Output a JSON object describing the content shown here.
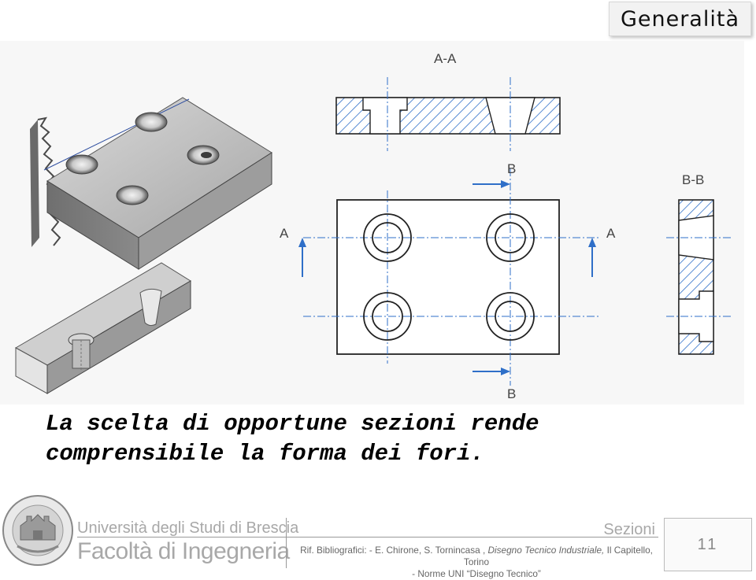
{
  "header": {
    "title": "Generalità"
  },
  "figure": {
    "section_aa_label": "A-A",
    "section_bb_label": "B-B",
    "cut_labels": [
      "A",
      "A",
      "B",
      "B"
    ],
    "hatch_color": "#2f6fc8"
  },
  "caption": {
    "text": "La scelta di opportune sezioni rende comprensibile la forma dei fori."
  },
  "footer": {
    "university": "Università degli Studi di Brescia",
    "faculty": "Facoltà di Ingegneria",
    "section": "Sezioni",
    "refs_prefix": "Rif. Bibliografici: - E. Chirone, S. Tornincasa ,",
    "refs_title": "Disegno Tecnico Industriale,",
    "refs_suffix": "Il Capitello, Torino",
    "refs_line2": "- Norme UNI “Disegno Tecnico”",
    "page": "11"
  }
}
